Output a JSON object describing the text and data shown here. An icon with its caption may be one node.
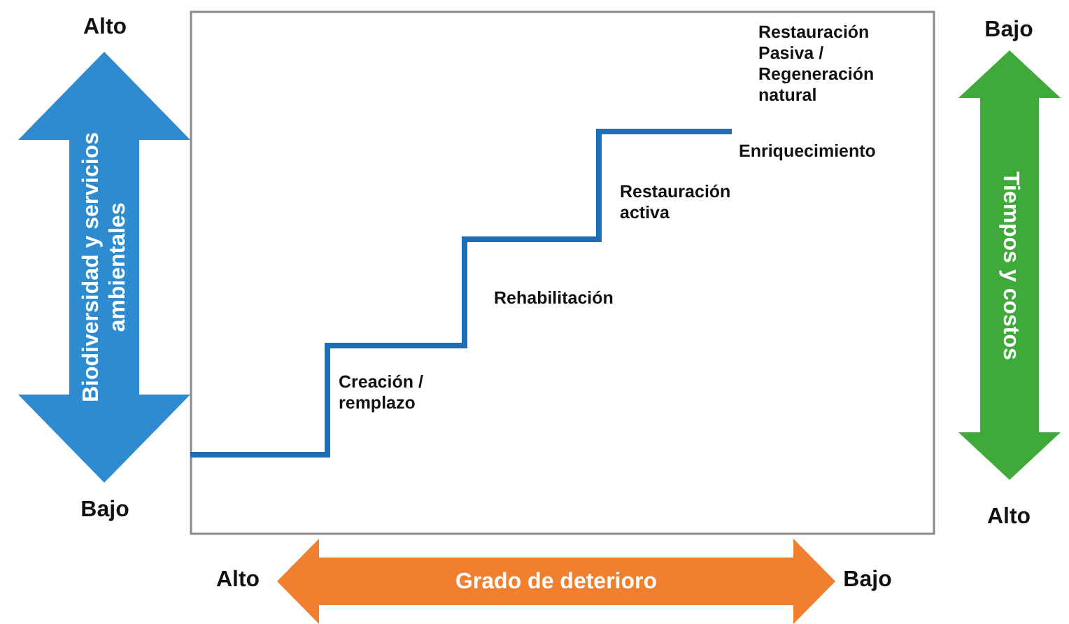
{
  "diagram": {
    "nodes": [
      {
        "text": [
          "Biodiversidad y servicios ambientales"
        ],
        "beside": [
          "Alto",
          "Bajo"
        ]
      },
      {
        "text": [
          "Tiempos y costos"
        ],
        "beside": [
          "Bajo",
          "Alto"
        ]
      },
      {
        "text": [
          "Grado de deterioro"
        ],
        "beside": [
          "Alto",
          "Bajo"
        ]
      }
    ],
    "labels": [
      "Restauración Pasiva / Regeneración natural",
      "Enriquecimiento",
      "Restauración activa",
      "Rehabilitación",
      "Creación / remplazo"
    ]
  }
}
